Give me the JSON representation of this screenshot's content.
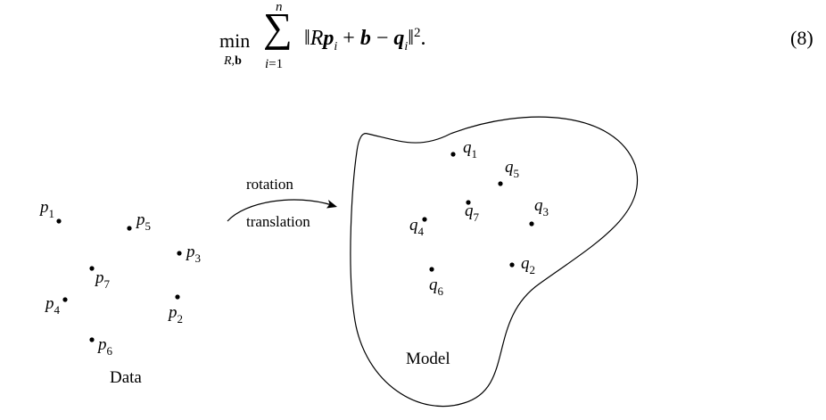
{
  "equation": {
    "operator": "min",
    "operator_subscript_var": "R,",
    "operator_subscript_bold": "b",
    "sum_symbol": "∑",
    "sum_upper": "n",
    "sum_lower_var": "i",
    "sum_lower_rest": "=1",
    "body_open": "‖R",
    "body_p": "p",
    "body_p_sub": "i",
    "body_plus": " + ",
    "body_b": "b",
    "body_minus": " − ",
    "body_q": "q",
    "body_q_sub": "i",
    "body_close": "‖",
    "body_power": "2",
    "body_end": ".",
    "number": "(8)"
  },
  "figure": {
    "arrow_label_top": "rotation",
    "arrow_label_bottom": "translation",
    "data_caption": "Data",
    "model_caption": "Model",
    "data_points": [
      {
        "letter": "p",
        "sub": "1"
      },
      {
        "letter": "p",
        "sub": "5"
      },
      {
        "letter": "p",
        "sub": "3"
      },
      {
        "letter": "p",
        "sub": "7"
      },
      {
        "letter": "p",
        "sub": "4"
      },
      {
        "letter": "p",
        "sub": "2"
      },
      {
        "letter": "p",
        "sub": "6"
      }
    ],
    "model_points": [
      {
        "letter": "q",
        "sub": "1"
      },
      {
        "letter": "q",
        "sub": "5"
      },
      {
        "letter": "q",
        "sub": "7"
      },
      {
        "letter": "q",
        "sub": "3"
      },
      {
        "letter": "q",
        "sub": "4"
      },
      {
        "letter": "q",
        "sub": "2"
      },
      {
        "letter": "q",
        "sub": "6"
      }
    ]
  }
}
